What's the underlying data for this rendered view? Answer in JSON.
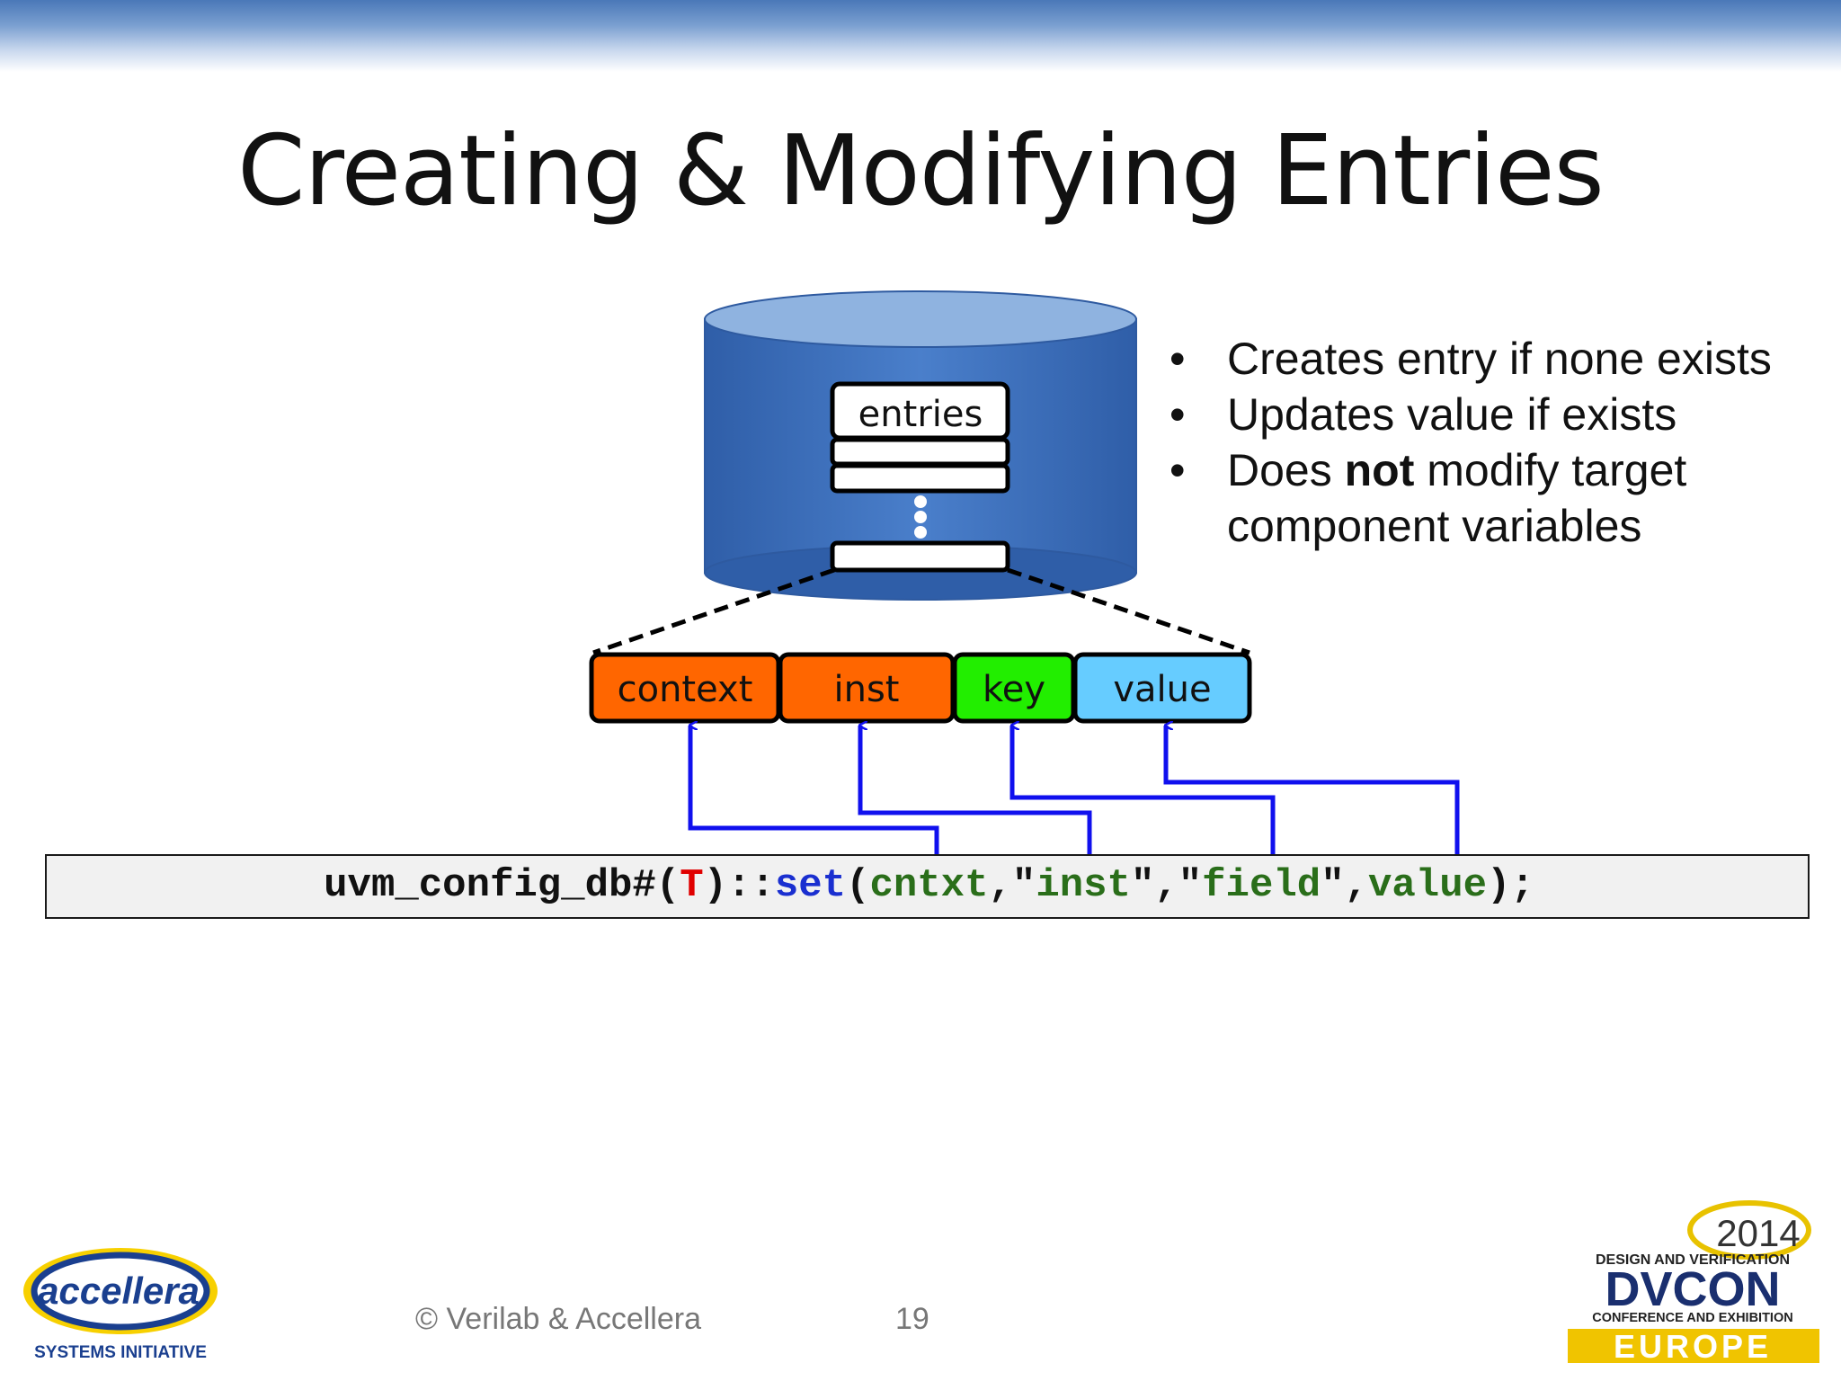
{
  "slide": {
    "title": "Creating & Modifying Entries",
    "page_number": "19",
    "copyright": "© Verilab & Accellera"
  },
  "diagram": {
    "db_label": "entries",
    "fields": [
      "context",
      "inst",
      "key",
      "value"
    ],
    "field_colors": [
      "#ff6600",
      "#ff6600",
      "#22ee00",
      "#66ccff"
    ],
    "db_color": "#3f6fb8",
    "arrow_color": "#1010ee"
  },
  "bullets": {
    "b1": "Creates entry if none exists",
    "b2": "Updates value if exists",
    "b3_pre": "Does ",
    "b3_bold": "not",
    "b3_post": " modify target component variables"
  },
  "code": {
    "p1": "uvm_config_db#(",
    "p2": "T",
    "p3": ")::",
    "p4": "set",
    "p5": "(",
    "p6": "cntxt",
    "p7": ",\"",
    "p8": "inst",
    "p9": "\",\"",
    "p10": "field",
    "p11": "\",",
    "p12": "value",
    "p13": ");"
  },
  "logos": {
    "accellera_name": "accellera",
    "accellera_tag": "SYSTEMS INITIATIVE",
    "dvcon_year": "2014",
    "dvcon_top": "DESIGN AND VERIFICATION",
    "dvcon_name": "DVCON",
    "dvcon_sub": "CONFERENCE AND EXHIBITION",
    "dvcon_region": "EUROPE"
  }
}
